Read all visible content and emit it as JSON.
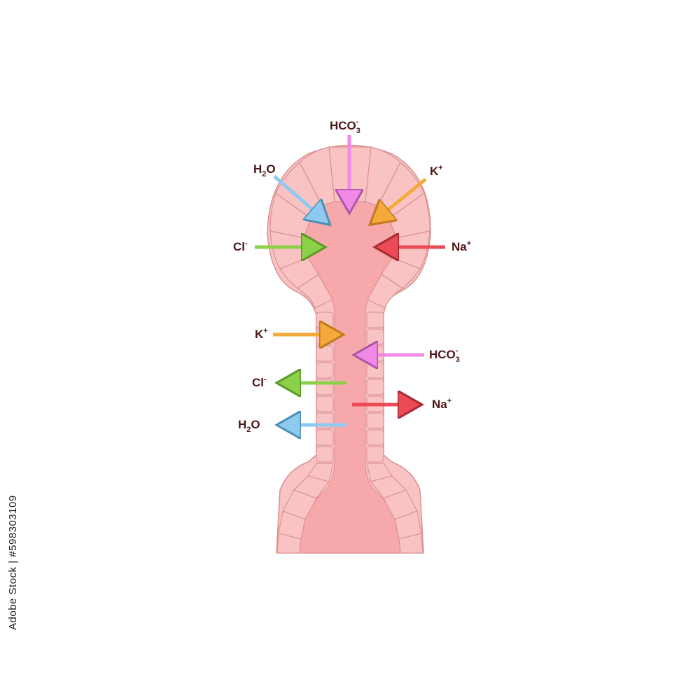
{
  "stock_id": "Adobe Stock | #598303109",
  "colors": {
    "lumen": "#f7a8aa",
    "cell_fill": "#f9c3c4",
    "cell_stroke": "#d98f91",
    "h2o": "#8ecaf0",
    "hco3": "#f08ae6",
    "k": "#f5a93a",
    "cl": "#8bd24a",
    "na": "#ec4a55"
  },
  "labels": {
    "hco3_top": {
      "base": "HCO",
      "sup": "-",
      "sub": "3"
    },
    "h2o_top": {
      "base": "H",
      "sub": "2",
      "tail": "O"
    },
    "k_top": {
      "base": "K",
      "sup": "+"
    },
    "cl_top": {
      "base": "Cl",
      "sup": "-"
    },
    "na_top": {
      "base": "Na",
      "sup": "+"
    },
    "k_duct": {
      "base": "K",
      "sup": "+"
    },
    "hco3_duct": {
      "base": "HCO",
      "sup": "-",
      "sub": "3"
    },
    "cl_duct": {
      "base": "Cl",
      "sup": "-"
    },
    "na_duct": {
      "base": "Na",
      "sup": "+"
    },
    "h2o_duct": {
      "base": "H",
      "sub": "2",
      "tail": "O"
    }
  }
}
